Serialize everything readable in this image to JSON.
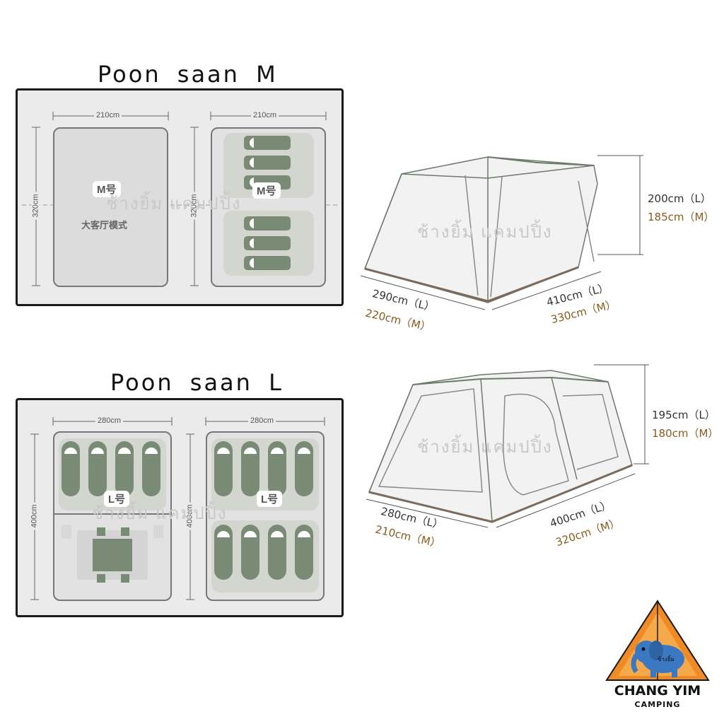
{
  "titles": {
    "m": "Poon saan M",
    "l": "Poon saan L"
  },
  "plan_m": {
    "width_label_left": "210cm",
    "width_label_right": "210cm",
    "depth_label_left": "320cm",
    "depth_label_right": "320cm",
    "badge_left": "M号",
    "badge_right": "M号",
    "mode_label": "大客厅模式"
  },
  "plan_l": {
    "width_label_left": "280cm",
    "width_label_right": "280cm",
    "depth_label_left": "400cm",
    "depth_label_right": "400cm",
    "badge_left": "L号",
    "badge_right": "L号"
  },
  "tent_m": {
    "height_l": "200cm（L）",
    "height_m": "185cm（M）",
    "width_l": "290cm（L）",
    "width_m": "220cm（M）",
    "length_l": "410cm（L）",
    "length_m": "330cm（M）"
  },
  "tent_l": {
    "height_l": "195cm（L）",
    "height_m": "180cm（M）",
    "width_l": "280cm（L）",
    "width_m": "210cm（M）",
    "length_l": "400cm（L）",
    "length_m": "320cm（M）"
  },
  "watermark": "ช้างยิ้ม แคมปปิ้ง",
  "logo": {
    "name": "CHANG YIM",
    "sub": "CAMPING",
    "small": "ช้างยิ้ม"
  },
  "colors": {
    "sleeping_bag": "#7a8b75",
    "accent_m": "#8a5a1c",
    "logo_orange": "#f08a24"
  }
}
